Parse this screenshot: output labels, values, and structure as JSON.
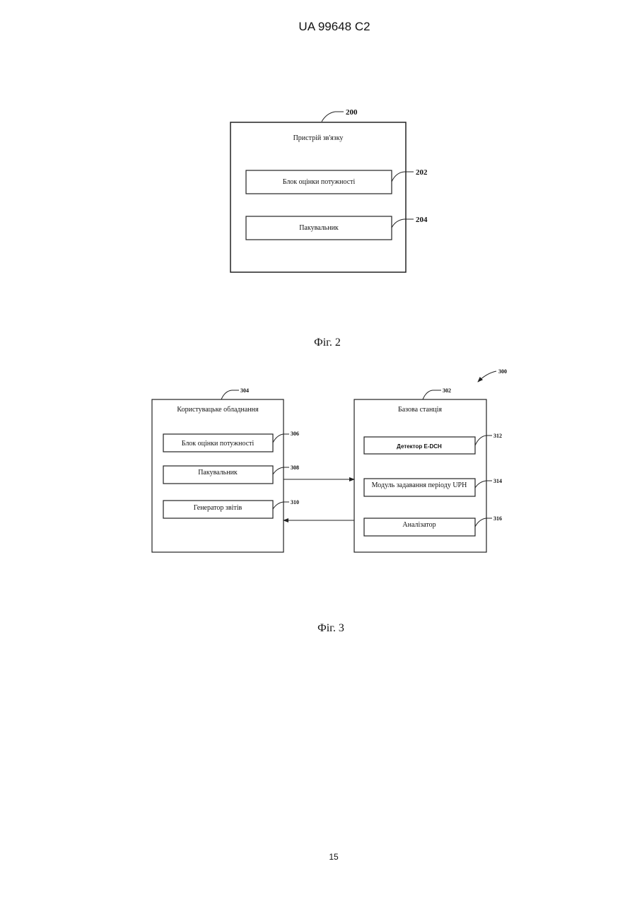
{
  "header": {
    "title": "UA   99648   C2"
  },
  "fig2": {
    "ref_device": "200",
    "device_label": "Пристрій зв'язку",
    "ref_power": "202",
    "power_label": "Блок оцінки потужності",
    "ref_packer": "204",
    "packer_label": "Пакувальник",
    "caption": "Фіг. 2"
  },
  "fig3": {
    "ref_system": "300",
    "ue": {
      "ref": "304",
      "label": "Користувацьке обладнання",
      "power": {
        "ref": "306",
        "label": "Блок оцінки потужності"
      },
      "packer": {
        "ref": "308",
        "label": "Пакувальник"
      },
      "reports": {
        "ref": "310",
        "label": "Генератор звітів"
      }
    },
    "bs": {
      "ref": "302",
      "label": "Базова станція",
      "detector": {
        "ref": "312",
        "label": "Детектор E-DCH"
      },
      "uph": {
        "ref": "314",
        "label": "Модуль задавання періоду UPH"
      },
      "analyzer": {
        "ref": "316",
        "label": "Аналізатор"
      }
    },
    "caption": "Фіг. 3"
  },
  "footer": {
    "page_number": "15"
  }
}
